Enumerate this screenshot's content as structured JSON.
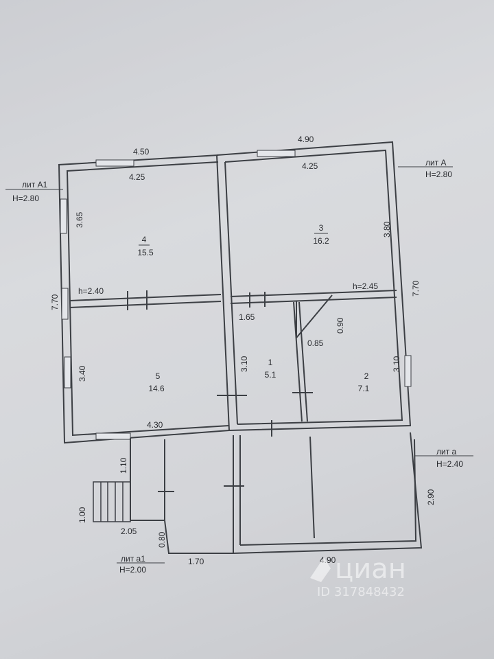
{
  "rooms": [
    {
      "number": "1",
      "area": "5.1"
    },
    {
      "number": "2",
      "area": "7.1"
    },
    {
      "number": "3",
      "area": "16.2"
    },
    {
      "number": "4",
      "area": "15.5"
    },
    {
      "number": "5",
      "area": "14.6"
    }
  ],
  "dimensions": {
    "top_left_outer": "4.50",
    "top_left_inner": "4.25",
    "top_right_outer": "4.90",
    "top_right_inner": "4.25",
    "left_top": "3.65",
    "left_total": "7.70",
    "left_bottom": "3.40",
    "room3_height": "3.80",
    "right_total": "7.70",
    "room2_height": "3.10",
    "room1_height": "3.10",
    "room1_width": "1.65",
    "closet_width": "0.85",
    "closet_height": "0.90",
    "room5_bottom": "4.30",
    "porch_height": "1.10",
    "steps_height": "1.00",
    "porch_width": "2.05",
    "vestibule_height": "0.80",
    "vestibule_width": "1.70",
    "annex_width": "4.90",
    "annex_height": "2.90"
  },
  "ceiling_heights": {
    "h_left": "h=2.40",
    "h_right": "h=2.45"
  },
  "buildings": [
    {
      "name": "лит А1",
      "height": "Н=2.80"
    },
    {
      "name": "лит А",
      "height": "Н=2.80"
    },
    {
      "name": "лит а",
      "height": "Н=2.40"
    },
    {
      "name": "лит а1",
      "height": "Н=2.00"
    }
  ],
  "watermark": {
    "brand": "циан",
    "id": "ID 317848432"
  }
}
